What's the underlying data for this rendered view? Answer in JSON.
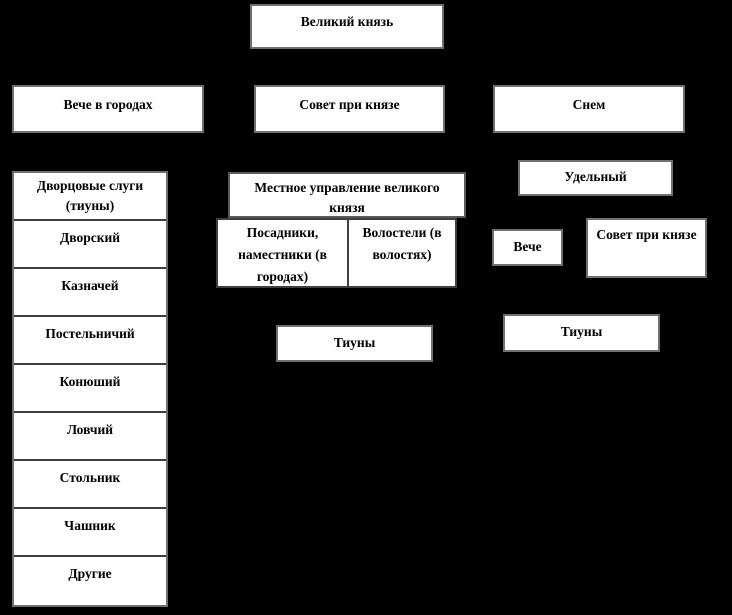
{
  "colors": {
    "background": "#000000",
    "box_fill": "#ffffff",
    "box_border": "#6f6f6f",
    "divider": "#3f3f3f",
    "text": "#000000"
  },
  "boxes": {
    "grand_prince": "Великий князь",
    "veche_cities": "Вече в городах",
    "council_grand_prince": "Совет при князе",
    "snem": "Снем",
    "palace_servants": {
      "header": "Дворцовые слуги (тиуны)",
      "items": [
        "Дворский",
        "Казначей",
        "Постельничий",
        "Конюший",
        "Ловчий",
        "Стольник",
        "Чашник",
        "Другие"
      ]
    },
    "local_admin": "Местное управление великого князя",
    "posadniki": "Посадники, наместники (в городах)",
    "volosteli": "Волостели (в волостях)",
    "tiuny_center": "Тиуны",
    "udelny": "Удельный",
    "veche_udel": "Вече",
    "council_udel_prince": "Совет при князе",
    "tiuny_udel": "Тиуны"
  }
}
